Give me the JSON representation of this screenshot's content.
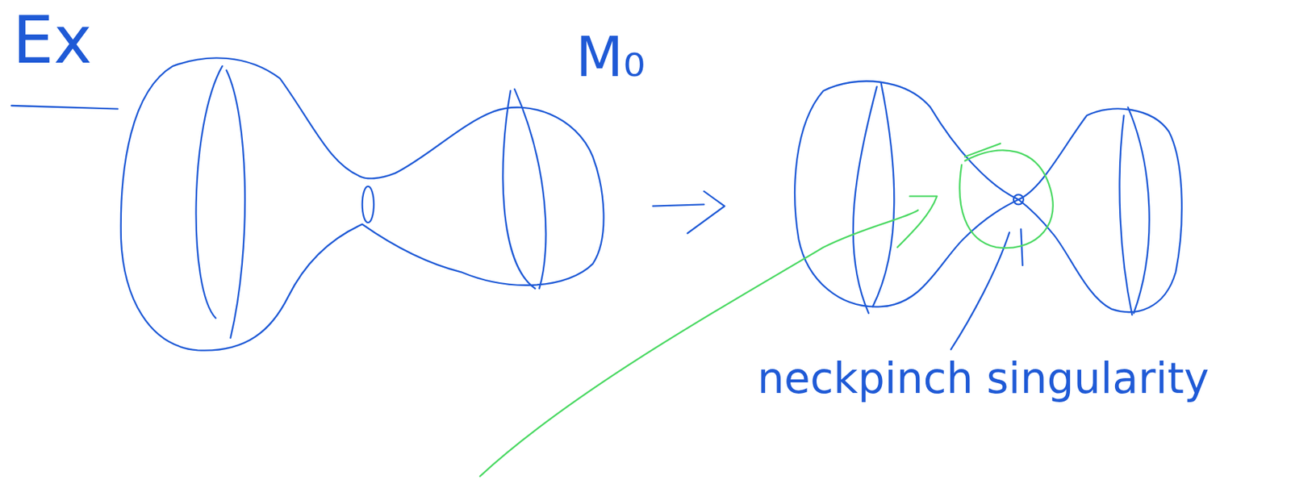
{
  "diagram": {
    "labels": [
      "Ex",
      "M₀",
      "neckpinch singularity"
    ]
  }
}
